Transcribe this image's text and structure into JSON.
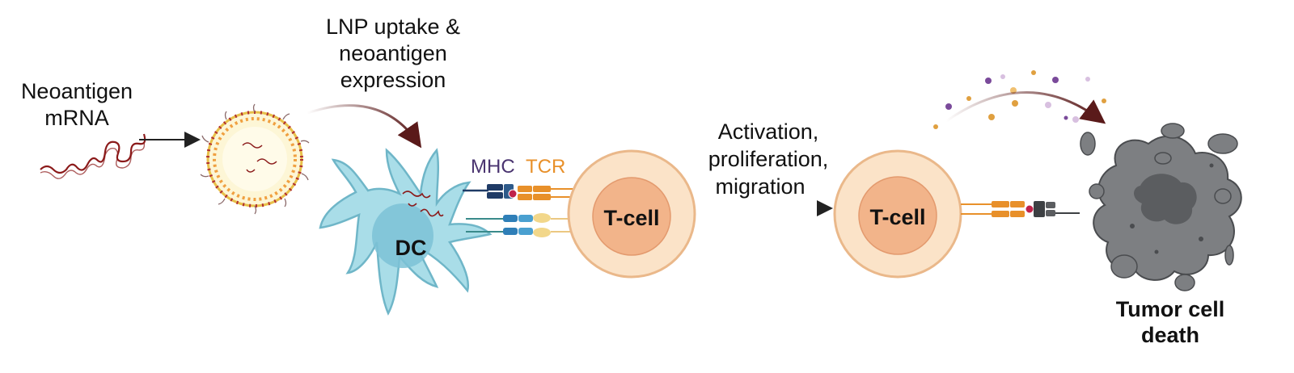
{
  "labels": {
    "neoantigen_line1": "Neoantigen",
    "neoantigen_line2": "mRNA",
    "lnp_line1": "LNP uptake &",
    "lnp_line2": "neoantigen",
    "lnp_line3": "expression",
    "dc": "DC",
    "mhc": "MHC",
    "tcr": "TCR",
    "tcell_1": "T-cell",
    "activation_line1": "Activation,",
    "activation_line2": "proliferation,",
    "activation_line3": "migration",
    "tcell_2": "T-cell",
    "tumor_line1": "Tumor cell",
    "tumor_line2": "death"
  },
  "colors": {
    "mrna": "#8b1a1a",
    "dc_body": "#a9dde8",
    "dc_outline": "#6fb6c8",
    "dc_nucleus": "#7cc2d6",
    "tcell_outer": "#fbe3c8",
    "tcell_outline": "#eab88a",
    "tcell_nucleus": "#f2b48a",
    "mhc": "#4a3470",
    "tcr": "#e8902a",
    "mhc_block": "#1f3b66",
    "tumor": "#7d7f82",
    "tumor_dark": "#5b5d60",
    "arrow": "#222222",
    "curved_arrow": "#5a1a1a"
  }
}
